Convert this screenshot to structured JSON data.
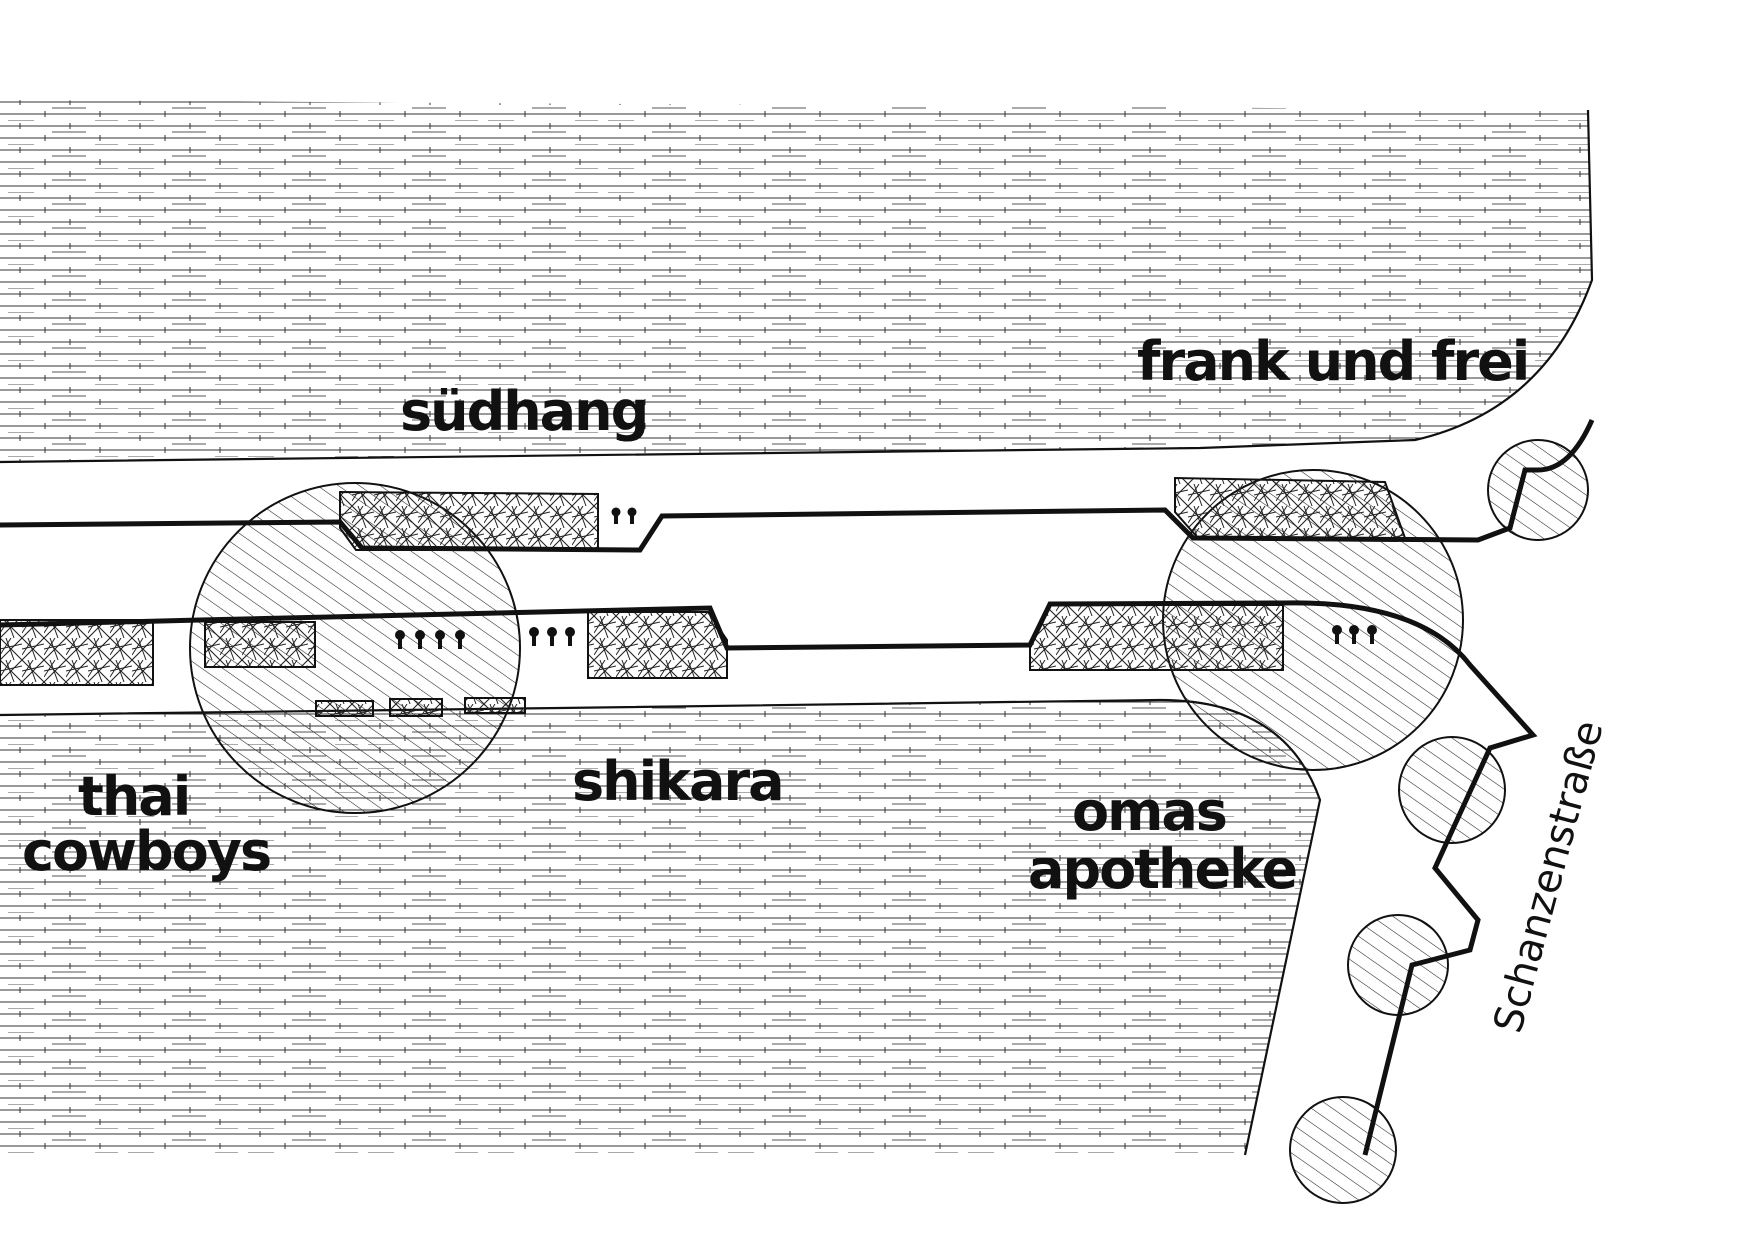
{
  "map": {
    "places": {
      "suedhang": "südhang",
      "frank_und_frei": "frank und frei",
      "thai_cowboys_line1": "thai",
      "thai_cowboys_line2": "cowboys",
      "shikara": "shikara",
      "omas_apotheke_line1": "omas",
      "omas_apotheke_line2": "apotheke"
    },
    "streets": {
      "schanzenstrasse": "Schanzenstraße"
    },
    "colors": {
      "ink": "#111111",
      "paper": "#ffffff"
    }
  }
}
